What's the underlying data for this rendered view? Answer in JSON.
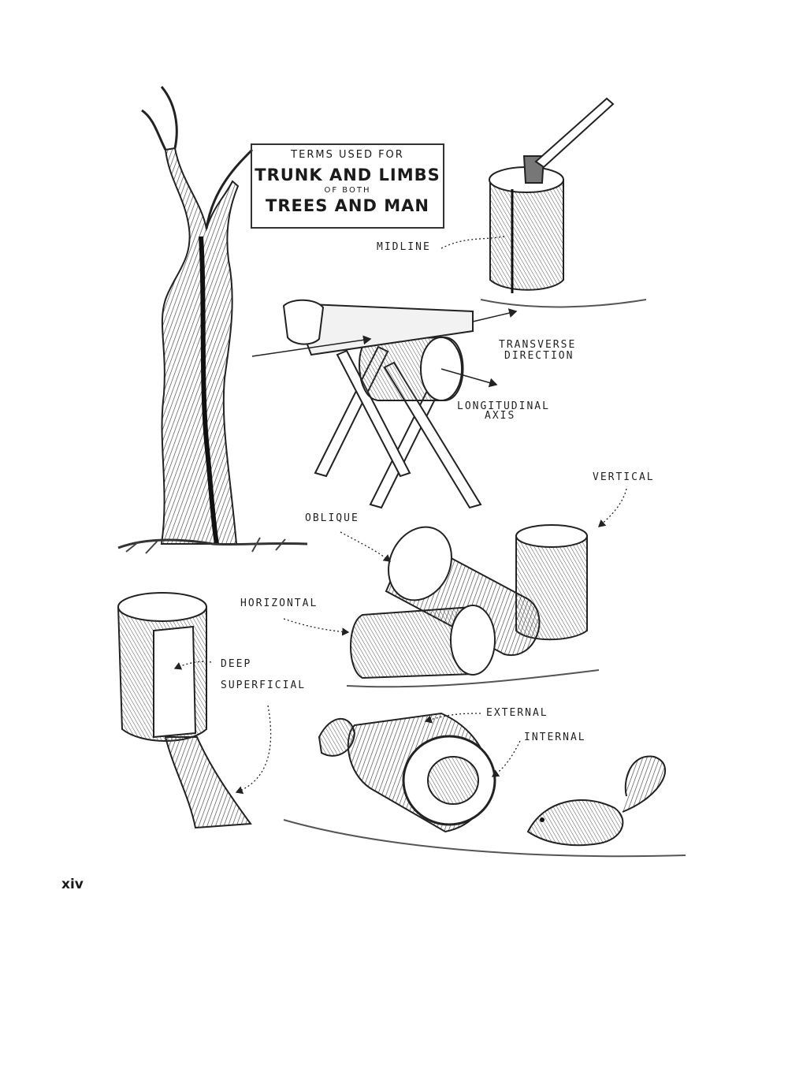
{
  "sign": {
    "line1": "TERMS USED FOR",
    "line2": "TRUNK AND LIMBS",
    "line3": "OF BOTH",
    "line4": "TREES AND MAN"
  },
  "labels": {
    "midline": "MIDLINE",
    "transverse_1": "TRANSVERSE",
    "transverse_2": "DIRECTION",
    "longitudinal_1": "LONGITUDINAL",
    "longitudinal_2": "AXIS",
    "vertical": "VERTICAL",
    "oblique": "OBLIQUE",
    "horizontal": "HORIZONTAL",
    "deep": "DEEP",
    "superficial": "SUPERFICIAL",
    "external": "EXTERNAL",
    "internal": "INTERNAL"
  },
  "page_number": "xiv",
  "colors": {
    "ink": "#1a1a1a",
    "paper": "#ffffff",
    "shade": "#8a8a8a"
  }
}
